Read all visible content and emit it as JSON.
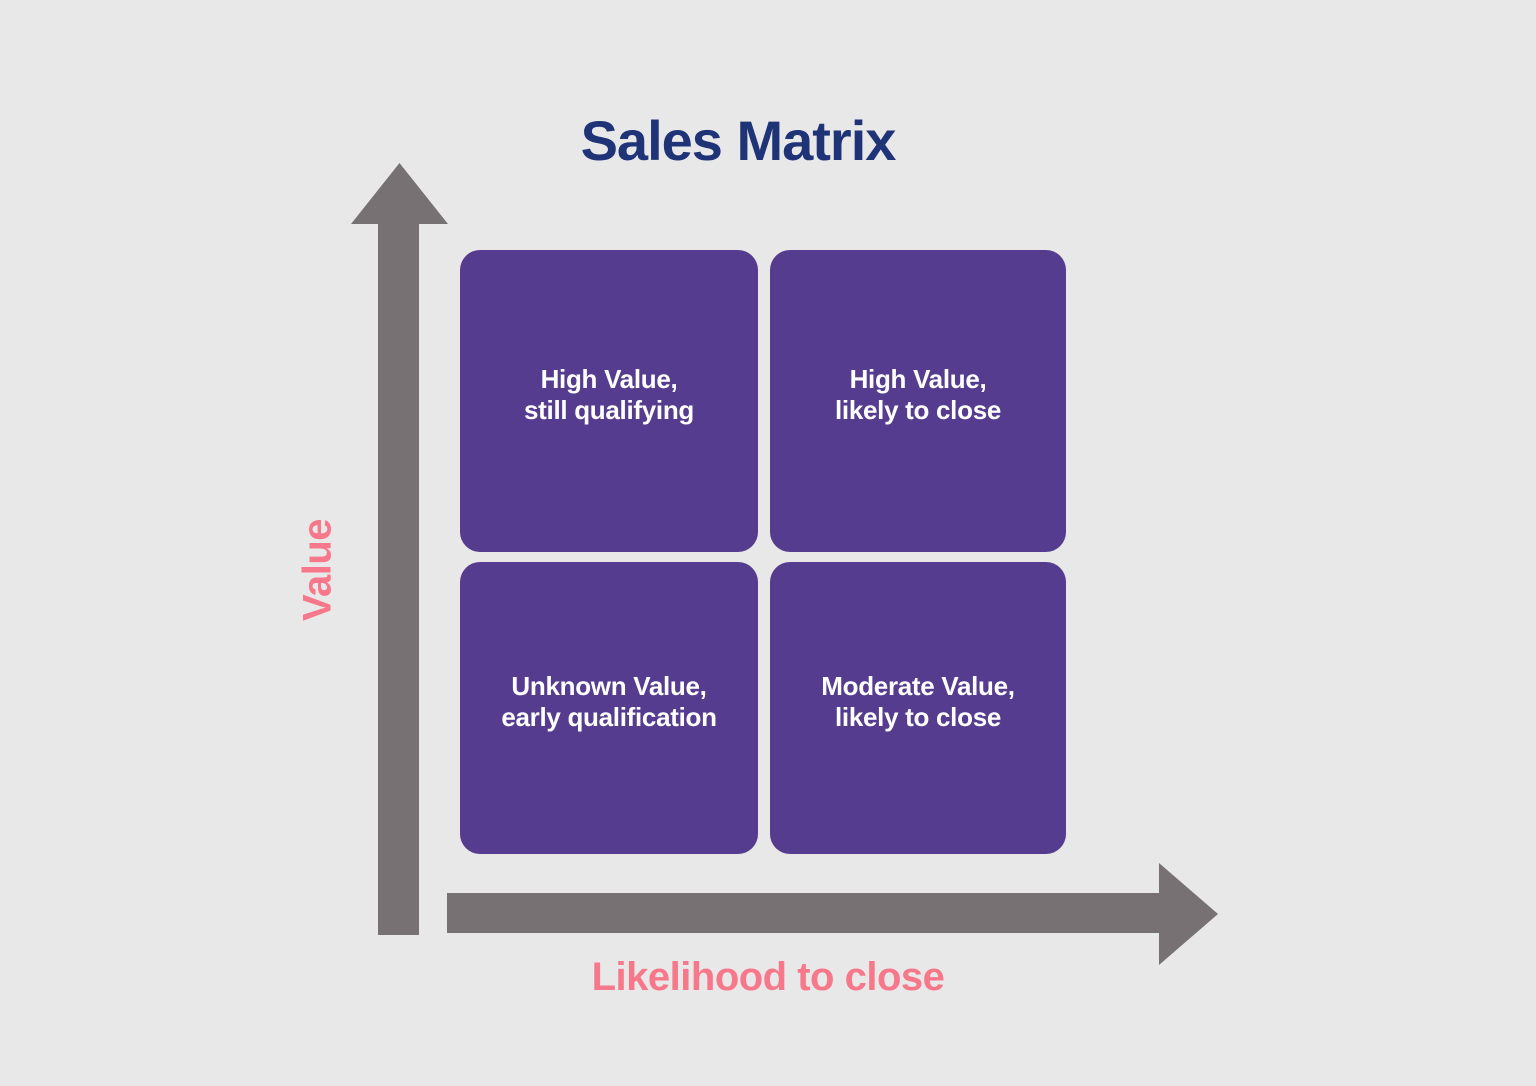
{
  "title": "Sales Matrix",
  "axes": {
    "y_label": "Value",
    "x_label": "Likelihood to close"
  },
  "quadrants": {
    "top_left": "High Value,\nstill qualifying",
    "top_right": "High Value,\nlikely to close",
    "bottom_left": "Unknown Value,\nearly qualification",
    "bottom_right": "Moderate Value,\nlikely to close"
  },
  "colors": {
    "background": "#e9e8e8",
    "title": "#1f3377",
    "axis_arrow": "#777174",
    "axis_label": "#f6788a",
    "quadrant_fill": "#553c8e",
    "quadrant_text": "#ffffff"
  }
}
